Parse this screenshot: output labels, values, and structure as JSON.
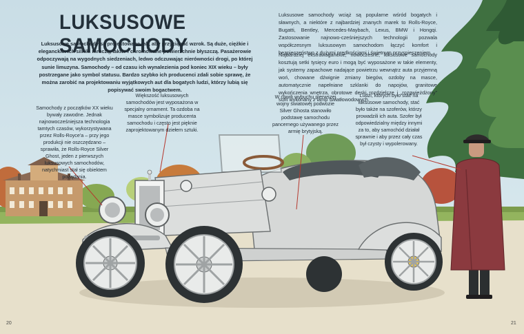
{
  "page": {
    "title": "LUKSUSOWE SAMOCHODY",
    "intro": "Luksusowe samochody są projektowane tak, aby przyciągać wzrok. Są duże, ciężkie i eleganckie. Ich silniki mruczą, lakier i chromowane powierzchnie błyszczą. Pasażerowie odpoczywają na wygodnych siedzeniach, ledwo odczuwając nierówności drogi, po której sunie limuzyna. Samochody – od czasu ich wynalezienia pod koniec XIX wieku – były postrzegane jako symbol statusu. Bardzo szybko ich producenci zdali sobie sprawę, że można zarobić na projektowaniu wyjątkowych aut dla bogatych ludzi, którzy lubią się popisywać swoim bogactwem.",
    "right_p1": "Luksusowe samochody wciąż są popularne wśród bogatych i sławnych, a niektóre z najbardziej znanych marek to Rolls-Royce, Bugatti, Bentley, Mercedes-Maybach, Lexus, BMW i Hongqi. Zastosowanie najnowo-cześniejszych technologii pozwala współczesnym luksusowym samochodom łączyć komfort i bezpieczeństwo z dużymi prędkościami i świetnym przyspieszeniem.",
    "right_p2": "Najbardziej ekstrawaganckie, nowoczesne, luksusowe samochody kosztują setki tysięcy euro i mogą być wyposażone w takie elementy, jak systemy zapachowe nadające powietrzu wewnątrz auta przyjemną woń, chowane dźwignie zmiany biegów, ozdoby na masce, automatycznie napełniane szklanki do napojów, granitowe wykończenia wnętrza, obrotowe deski rozdzielcze i „rozgwieżdżony” sufit wykonany z lamp światłowodowych.",
    "captions": {
      "c1": "Samochody z początków XX wieku bywały zawodne. Jednak najnowocześniejsza technologia tamtych czasów, wykorzystywana przez Rolls-Royce'a – przy jego produkcji nie oszczędzano – sprawiła, że Rolls-Royce Silver Ghost, jeden z pierwszych luksusowych samochodów, natychmiast stał się obiektem pożądania.",
      "c2": "Większość luksusowych samochodów jest wyposażona w specjalny ornament. Ta ozdoba na masce symbolizuje producenta samochodu i często jest pięknie zaprojektowanym dziełem sztuki.",
      "c3": "W chwili wybuchu pierwszej wojny światowej podwozie Silver Ghosta stanowiło podstawę samochodu pancernego używanego przez armię brytyjską.",
      "c4": "Ludzi, których było stać na luksusowe samochody, stać było także na szoferów, którzy prowadzili ich auta. Szofer był odpowiedzialny między innymi za to, aby samochód działał sprawnie i aby przez cały czas był czysty i wypolerowany."
    },
    "page_numbers": {
      "left": "20",
      "right": "21"
    },
    "colors": {
      "sky": "#c9dde6",
      "lawn": "#8fae5a",
      "path": "#e6dfc9",
      "car_body": "#d7d9d8",
      "chauffeur_coat": "#8b3a3f"
    }
  }
}
